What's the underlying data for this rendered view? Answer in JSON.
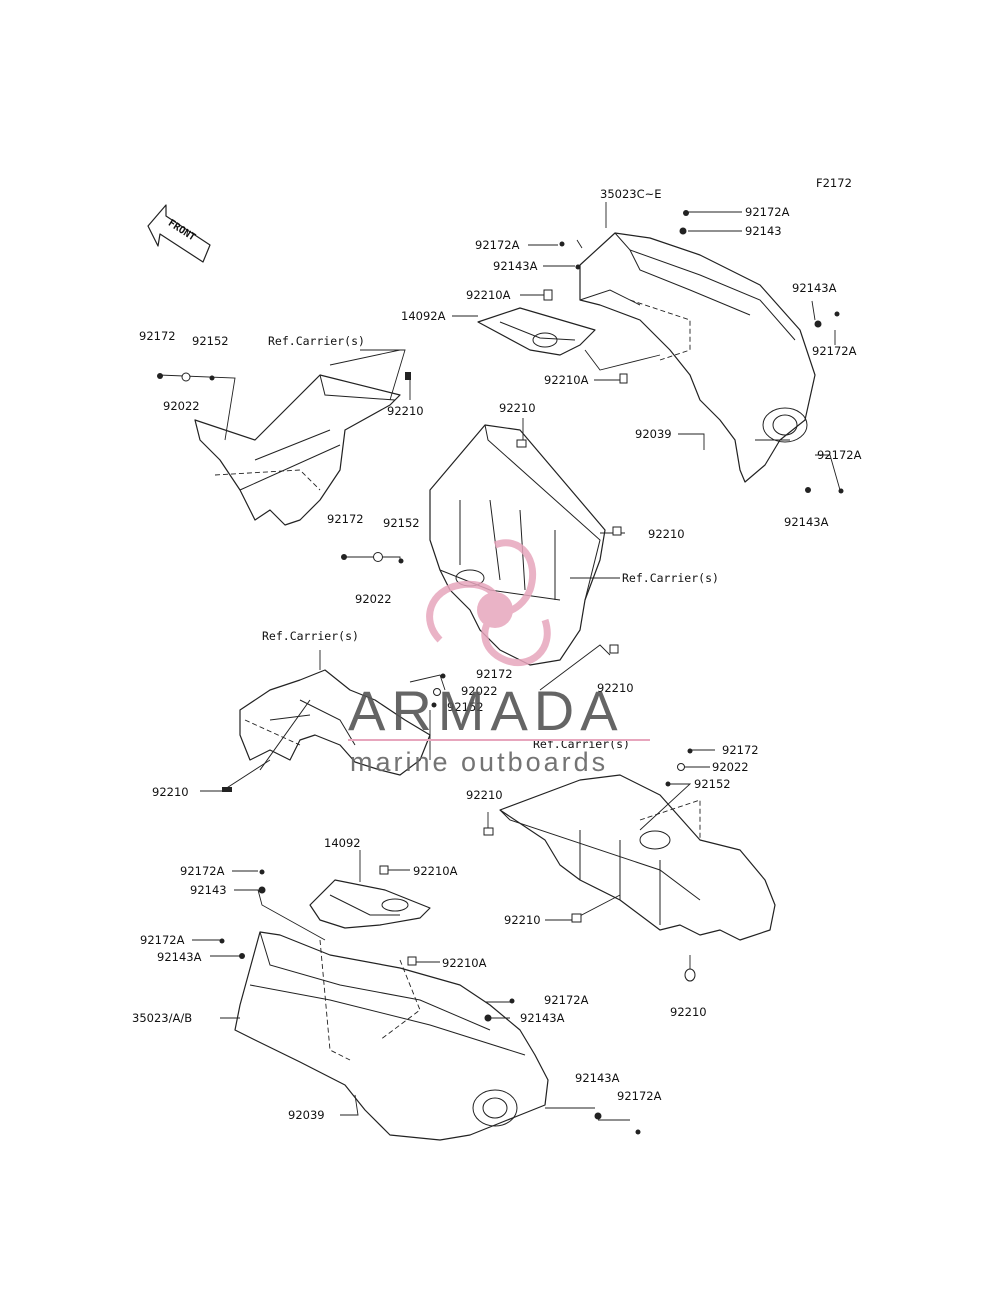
{
  "figure_code": "F2172",
  "front_arrow_label": "FRONT",
  "labels": {
    "p35023C_E": "35023C~E",
    "p92172A_1": "92172A",
    "p92143_1": "92143",
    "p92172A_2": "92172A",
    "p92143A_2": "92143A",
    "p92210A_1": "92210A",
    "p14092A": "14092A",
    "p92143A_3": "92143A",
    "p92172A_3": "92172A",
    "p92210A_2": "92210A",
    "p92039_1": "92039",
    "p92172A_4": "92172A",
    "p92143A_4": "92143A",
    "p92172_1": "92172",
    "p92152_1": "92152",
    "p92022_1": "92022",
    "refcarrier_1": "Ref.Carrier(s)",
    "p92210_1": "92210",
    "p92210_2": "92210",
    "p92172_2": "92172",
    "p92152_2": "92152",
    "p92022_2": "92022",
    "p92210_3": "92210",
    "refcarrier_2": "Ref.Carrier(s)",
    "refcarrier_3": "Ref.Carrier(s)",
    "p92210_4": "92210",
    "p92172_3": "92172",
    "p92022_3": "92022",
    "p92152_3": "92152",
    "p92210_5": "92210",
    "refcarrier_4": "Ref.Carrier(s)",
    "p92172_4": "92172",
    "p92022_4": "92022",
    "p92152_4": "92152",
    "p92210_6": "92210",
    "p14092": "14092",
    "p92172A_5": "92172A",
    "p92210A_3": "92210A",
    "p92143_2": "92143",
    "p92172A_6": "92172A",
    "p92143A_6": "92143A",
    "p92210A_4": "92210A",
    "p92210_7": "92210",
    "p92172A_7": "92172A",
    "p35023": "35023/A/B",
    "p92143A_7": "92143A",
    "p92210_8": "92210",
    "p92143A_8": "92143A",
    "p92039_2": "92039",
    "p92172A_8": "92172A"
  },
  "watermark": {
    "brand": "ARMADA",
    "tagline": "marine outboards",
    "logo_color": "#e7a6bd"
  }
}
